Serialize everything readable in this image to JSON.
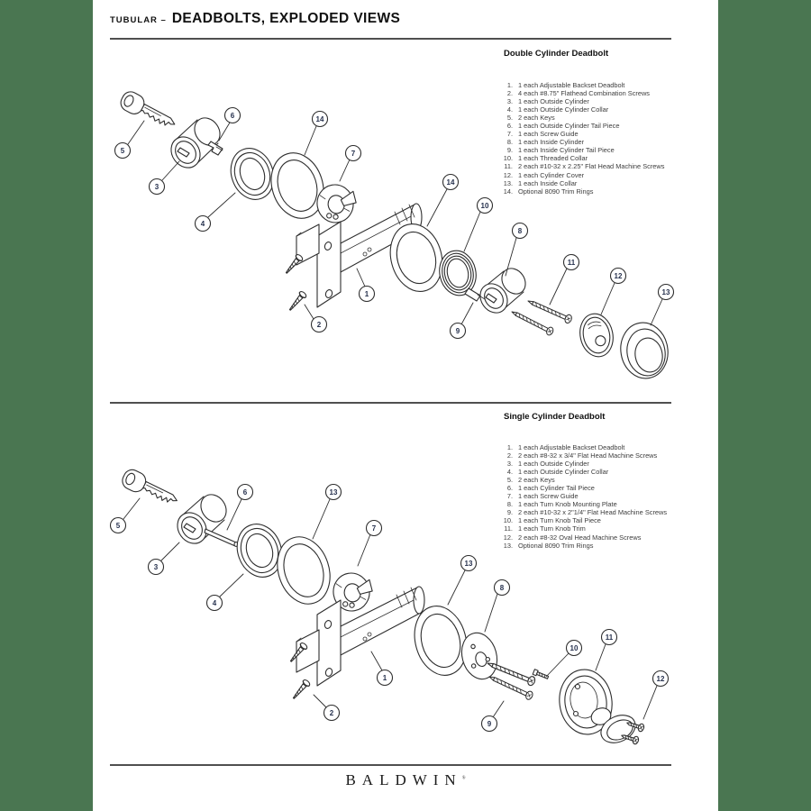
{
  "page": {
    "header": {
      "category": "TUBULAR –",
      "title": "DEADBOLTS, EXPLODED VIEWS"
    },
    "footer": {
      "brand": "BALDWIN",
      "trademark": "®"
    },
    "colors": {
      "accent_green": "#4a7651",
      "line": "#2e2e2e",
      "rule": "#4f4f4f"
    }
  },
  "sections": [
    {
      "title": "Double Cylinder Deadbolt",
      "parts": [
        {
          "n": "1.",
          "d": "1 each Adjustable Backset Deadbolt"
        },
        {
          "n": "2.",
          "d": "4 each #8.75\" Flathead Combination Screws"
        },
        {
          "n": "3.",
          "d": "1 each Outside Cylinder"
        },
        {
          "n": "4.",
          "d": "1 each Outside Cylinder Collar"
        },
        {
          "n": "5.",
          "d": "2 each Keys"
        },
        {
          "n": "6.",
          "d": "1 each Outside Cylinder Tail Piece"
        },
        {
          "n": "7.",
          "d": "1 each Screw Guide"
        },
        {
          "n": "8.",
          "d": "1 each Inside Cylinder"
        },
        {
          "n": "9.",
          "d": "1 each Inside Cylinder Tail Piece"
        },
        {
          "n": "10.",
          "d": "1 each Threaded Collar"
        },
        {
          "n": "11.",
          "d": "2 each #10-32 x 2.25\" Flat Head Machine Screws"
        },
        {
          "n": "12.",
          "d": "1 each Cylinder Cover"
        },
        {
          "n": "13.",
          "d": "1 each Inside Collar"
        },
        {
          "n": "14.",
          "d": "Optional 8090 Trim Rings"
        }
      ],
      "callouts": [
        "5",
        "3",
        "6",
        "4",
        "14",
        "7",
        "1",
        "2",
        "14",
        "10",
        "8",
        "9",
        "11",
        "12",
        "13"
      ]
    },
    {
      "title": "Single Cylinder Deadbolt",
      "parts": [
        {
          "n": "1.",
          "d": "1 each Adjustable Backset Deadbolt"
        },
        {
          "n": "2.",
          "d": "2 each #8-32 x 3/4\" Flat Head Machine Screws"
        },
        {
          "n": "3.",
          "d": "1 each Outside Cylinder"
        },
        {
          "n": "4.",
          "d": "1 each Outside Cylinder Collar"
        },
        {
          "n": "5.",
          "d": "2 each Keys"
        },
        {
          "n": "6.",
          "d": "1 each Cylinder Tail Piece"
        },
        {
          "n": "7.",
          "d": "1 each Screw Guide"
        },
        {
          "n": "8.",
          "d": "1 each Turn Knob Mounting Plate"
        },
        {
          "n": "9.",
          "d": "2 each #10-32 x 2\"1/4\" Flat Head Machine Screws"
        },
        {
          "n": "10.",
          "d": "1 each Turn Knob Tail Piece"
        },
        {
          "n": "11.",
          "d": "1 each Turn Knob Trim"
        },
        {
          "n": "12.",
          "d": "2 each #8-32 Oval Head Machine Screws"
        },
        {
          "n": "13.",
          "d": "Optional 8090 Trim Rings"
        }
      ],
      "callouts": [
        "5",
        "3",
        "6",
        "4",
        "13",
        "7",
        "1",
        "2",
        "13",
        "8",
        "9",
        "10",
        "11",
        "12"
      ]
    }
  ]
}
